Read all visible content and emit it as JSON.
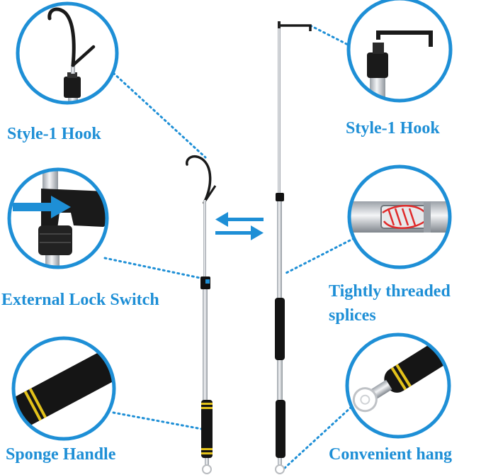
{
  "callouts": {
    "top_left": "Style-1 Hook",
    "top_right": "Style-1 Hook",
    "mid_left": "External Lock Switch",
    "mid_right_line1": "Tightly threaded",
    "mid_right_line2": "splices",
    "bottom_left": "Sponge Handle",
    "bottom_right": "Convenient hang"
  },
  "colors": {
    "accent": "#1e8fd6",
    "pole_silver": "#c9ccd1",
    "grip_black": "#141414",
    "grip_stripe": "#e3c21a"
  },
  "icons": [
    "retract-arrow-icon",
    "extend-arrow-icon"
  ]
}
